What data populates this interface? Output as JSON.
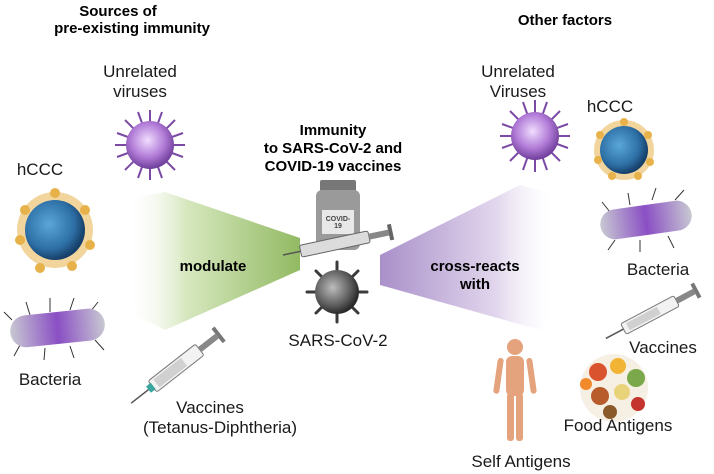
{
  "left": {
    "heading_line1": "Sources of",
    "heading_line2": "pre-existing immunity",
    "unrelated_viruses_line1": "Unrelated",
    "unrelated_viruses_line2": "viruses",
    "hccc": "hCCC",
    "bacteria": "Bacteria",
    "vaccines_line1": "Vaccines",
    "vaccines_line2": "(Tetanus-Diphtheria)",
    "connector": "modulate"
  },
  "center": {
    "title_line1": "Immunity",
    "title_line2": "to SARS-CoV-2 and",
    "title_line3": "COVID-19 vaccines",
    "vial_label": "COVID-19",
    "virus_label": "SARS-CoV-2"
  },
  "right": {
    "heading": "Other factors",
    "unrelated_viruses_line1": "Unrelated",
    "unrelated_viruses_line2": "Viruses",
    "hccc": "hCCC",
    "bacteria": "Bacteria",
    "vaccines": "Vaccines",
    "food_antigens": "Food Antigens",
    "self_antigens": "Self Antigens",
    "connector_line1": "cross-reacts",
    "connector_line2": "with"
  },
  "colors": {
    "modulate_fan": "#9bc36b",
    "crossreact_fan": "#b79ad0",
    "unrelated_virus": "#b07ad6",
    "hccc_body": "#2d6fa5",
    "hccc_spike": "#e7b24a",
    "bacteria": "#8a4fc4",
    "sars_virus": "#5a5a5a",
    "body_skin": "#e4a37c"
  }
}
